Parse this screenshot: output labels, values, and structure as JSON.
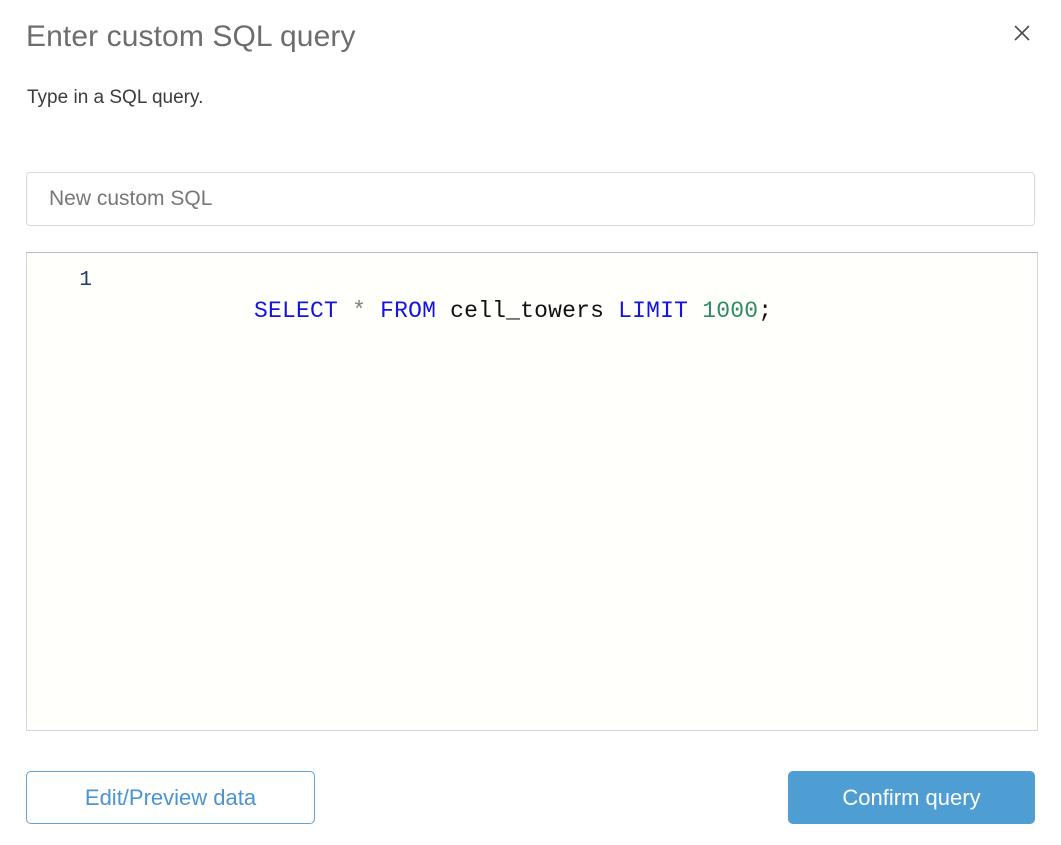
{
  "dialog": {
    "title": "Enter custom SQL query",
    "subtitle": "Type in a SQL query.",
    "close_icon": "close-icon"
  },
  "name_field": {
    "value": "New custom SQL",
    "placeholder": "New custom SQL"
  },
  "editor": {
    "line_numbers": [
      "1"
    ],
    "tokens": [
      {
        "text": "SELECT",
        "type": "keyword"
      },
      {
        "text": " ",
        "type": "plain"
      },
      {
        "text": "*",
        "type": "operator"
      },
      {
        "text": " ",
        "type": "plain"
      },
      {
        "text": "FROM",
        "type": "keyword"
      },
      {
        "text": " ",
        "type": "plain"
      },
      {
        "text": "cell_towers",
        "type": "ident"
      },
      {
        "text": " ",
        "type": "plain"
      },
      {
        "text": "LIMIT",
        "type": "keyword"
      },
      {
        "text": " ",
        "type": "plain"
      },
      {
        "text": "1000",
        "type": "number"
      },
      {
        "text": ";",
        "type": "punct"
      }
    ],
    "plain_text": "SELECT * FROM cell_towers LIMIT 1000;"
  },
  "footer": {
    "secondary_label": "Edit/Preview data",
    "primary_label": "Confirm query"
  },
  "colors": {
    "accent_blue": "#4e9dd3",
    "border_blue": "#62a3d8",
    "keyword_blue": "#1414e0",
    "number_green": "#2e8b62",
    "operator_gray": "#808080",
    "title_gray": "#6d6d6d",
    "editor_bg": "#fffffc"
  }
}
